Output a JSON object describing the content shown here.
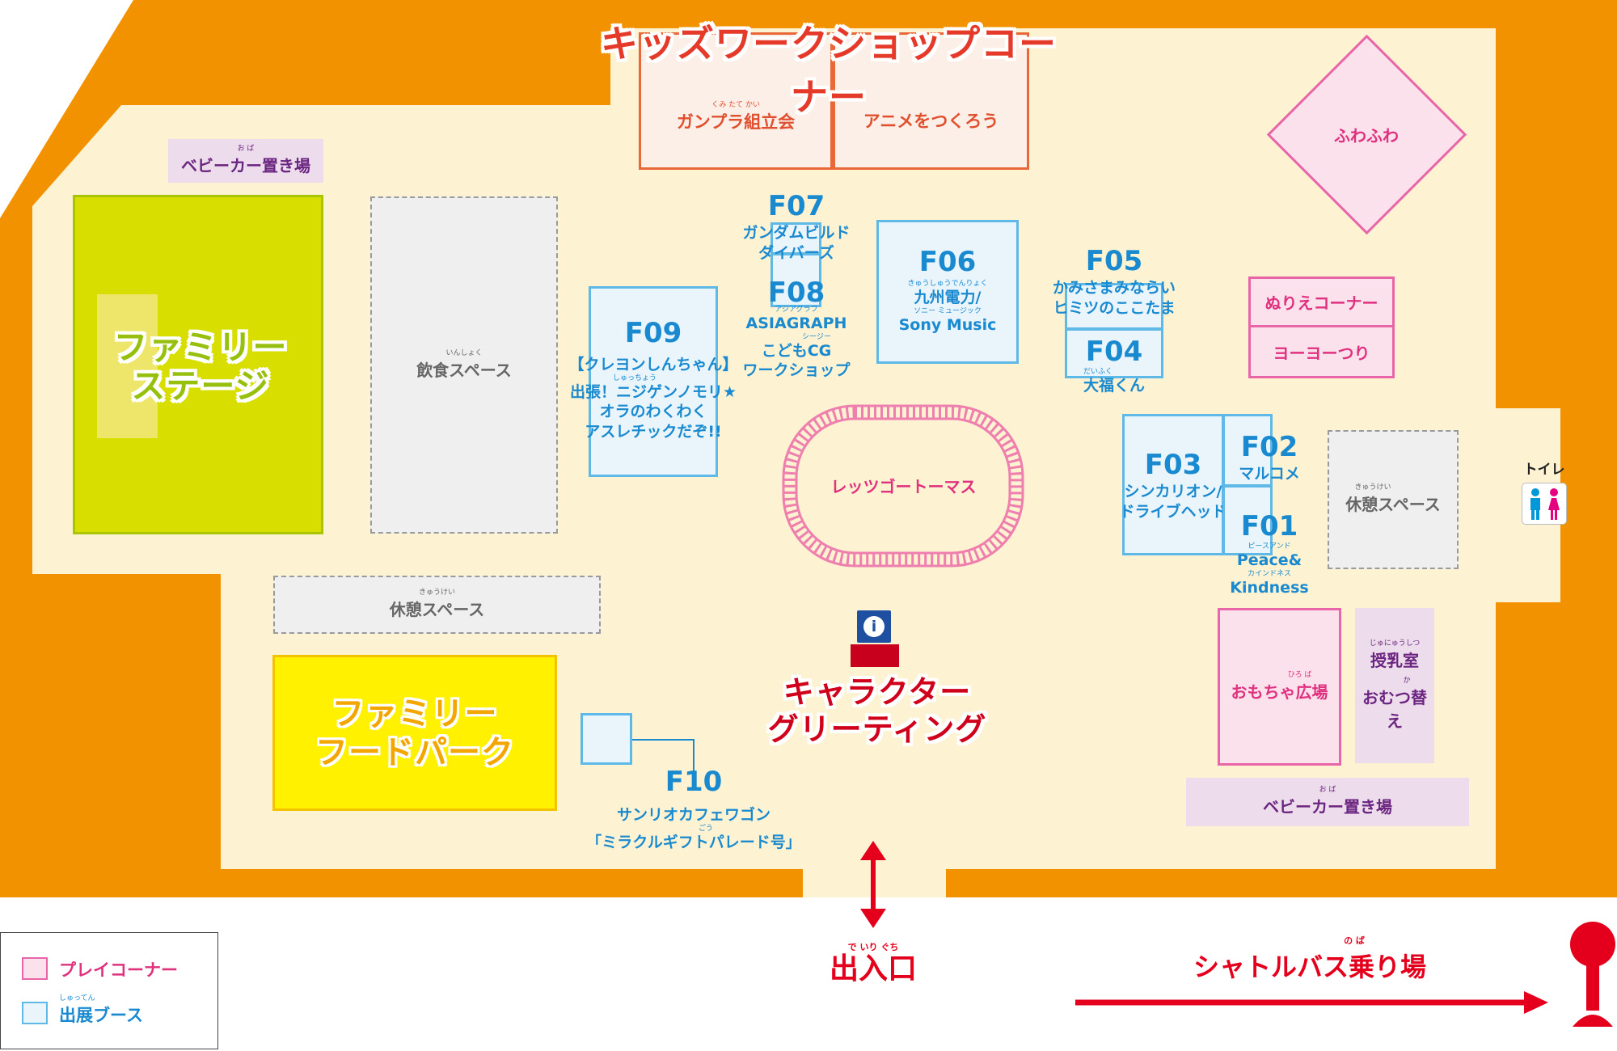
{
  "header": {
    "title": "キッズワークショップコーナー"
  },
  "workshops": [
    {
      "id": "gunpla",
      "label": "ガンプラ組立会",
      "ruby": "くみ たて かい"
    },
    {
      "id": "anime",
      "label": "アニメをつくろう"
    }
  ],
  "areas": {
    "baby_top": {
      "label": "ベビーカー置き場",
      "ruby": "お   ば"
    },
    "family_stage": {
      "line1": "ファミリー",
      "line2": "ステージ"
    },
    "dining": {
      "label": "飲食スペース",
      "ruby": "いんしょく"
    },
    "rest_left": {
      "label": "休憩スペース",
      "ruby": "きゅうけい"
    },
    "food_park": {
      "line1": "ファミリー",
      "line2": "フードパーク"
    },
    "fuwafuwa": {
      "label": "ふわふわ"
    },
    "nurie": {
      "label": "ぬりえコーナー"
    },
    "yoyo": {
      "label": "ヨーヨーつり"
    },
    "rest_right": {
      "label": "休憩スペース",
      "ruby": "きゅうけい"
    },
    "toilet": {
      "label": "トイレ"
    },
    "omocha": {
      "label": "おもちゃ広場",
      "ruby": "ひろ ば"
    },
    "nursing": {
      "line1": "授乳室",
      "line1_ruby": "じゅにゅうしつ",
      "line2": "おむつ替え",
      "line2_ruby": "か"
    },
    "baby_bottom": {
      "label": "ベビーカー置き場",
      "ruby": "お   ば"
    },
    "thomas": {
      "label": "レッツゴートーマス"
    },
    "greeting": {
      "line1": "キャラクター",
      "line2": "グリーティング"
    },
    "info": {
      "icon": "i"
    }
  },
  "booths": {
    "F01": {
      "id": "F01",
      "ruby1": "ピースアンド",
      "line1": "Peace&",
      "ruby2": "カインドネス",
      "line2": "Kindness"
    },
    "F02": {
      "id": "F02",
      "line1": "マルコメ"
    },
    "F03": {
      "id": "F03",
      "line1": "シンカリオン/",
      "line2": "ドライブヘッド"
    },
    "F04": {
      "id": "F04",
      "ruby": "だいふく",
      "line1": "大福くん"
    },
    "F05": {
      "id": "F05",
      "line1": "かみさまみならい",
      "line2": "ヒミツのここたま"
    },
    "F06": {
      "id": "F06",
      "ruby1": "きゅうしゅうでんりょく",
      "line1": "九州電力/",
      "ruby2": "ソニー ミュージック",
      "line2": "Sony Music"
    },
    "F07": {
      "id": "F07",
      "line1": "ガンダムビルド",
      "line2": "ダイバーズ"
    },
    "F08": {
      "id": "F08",
      "ruby1": "アジアグラフ",
      "line1": "ASIAGRAPH",
      "ruby2": "シージー",
      "line2": "こどもCG",
      "line3": "ワークショップ"
    },
    "F09": {
      "id": "F09",
      "line1": "【クレヨンしんちゃん】",
      "ruby": "しゅっちょう",
      "line2": "出張！ニジゲンノモリ★",
      "line3": "オラのわくわく",
      "line4": "アスレチックだぞ!!"
    },
    "F10": {
      "id": "F10",
      "line1": "サンリオカフェワゴン",
      "ruby": "ごう",
      "line2": "「ミラクルギフトパレード号」"
    }
  },
  "entrance": {
    "label": "出入口",
    "ruby": "で   いり  ぐち"
  },
  "shuttle": {
    "label": "シャトルバス乗り場",
    "ruby": "の   ば"
  },
  "legend": {
    "play": "プレイコーナー",
    "booth": "出展ブース",
    "booth_ruby": "しゅってん"
  },
  "colors": {
    "wall": "#f39200",
    "floor": "#fdf2d1",
    "booth": "#1a8ad0",
    "play": "#e0317f",
    "stage": "#d8de00",
    "foodpark": "#fff100",
    "red": "#e4001c"
  }
}
